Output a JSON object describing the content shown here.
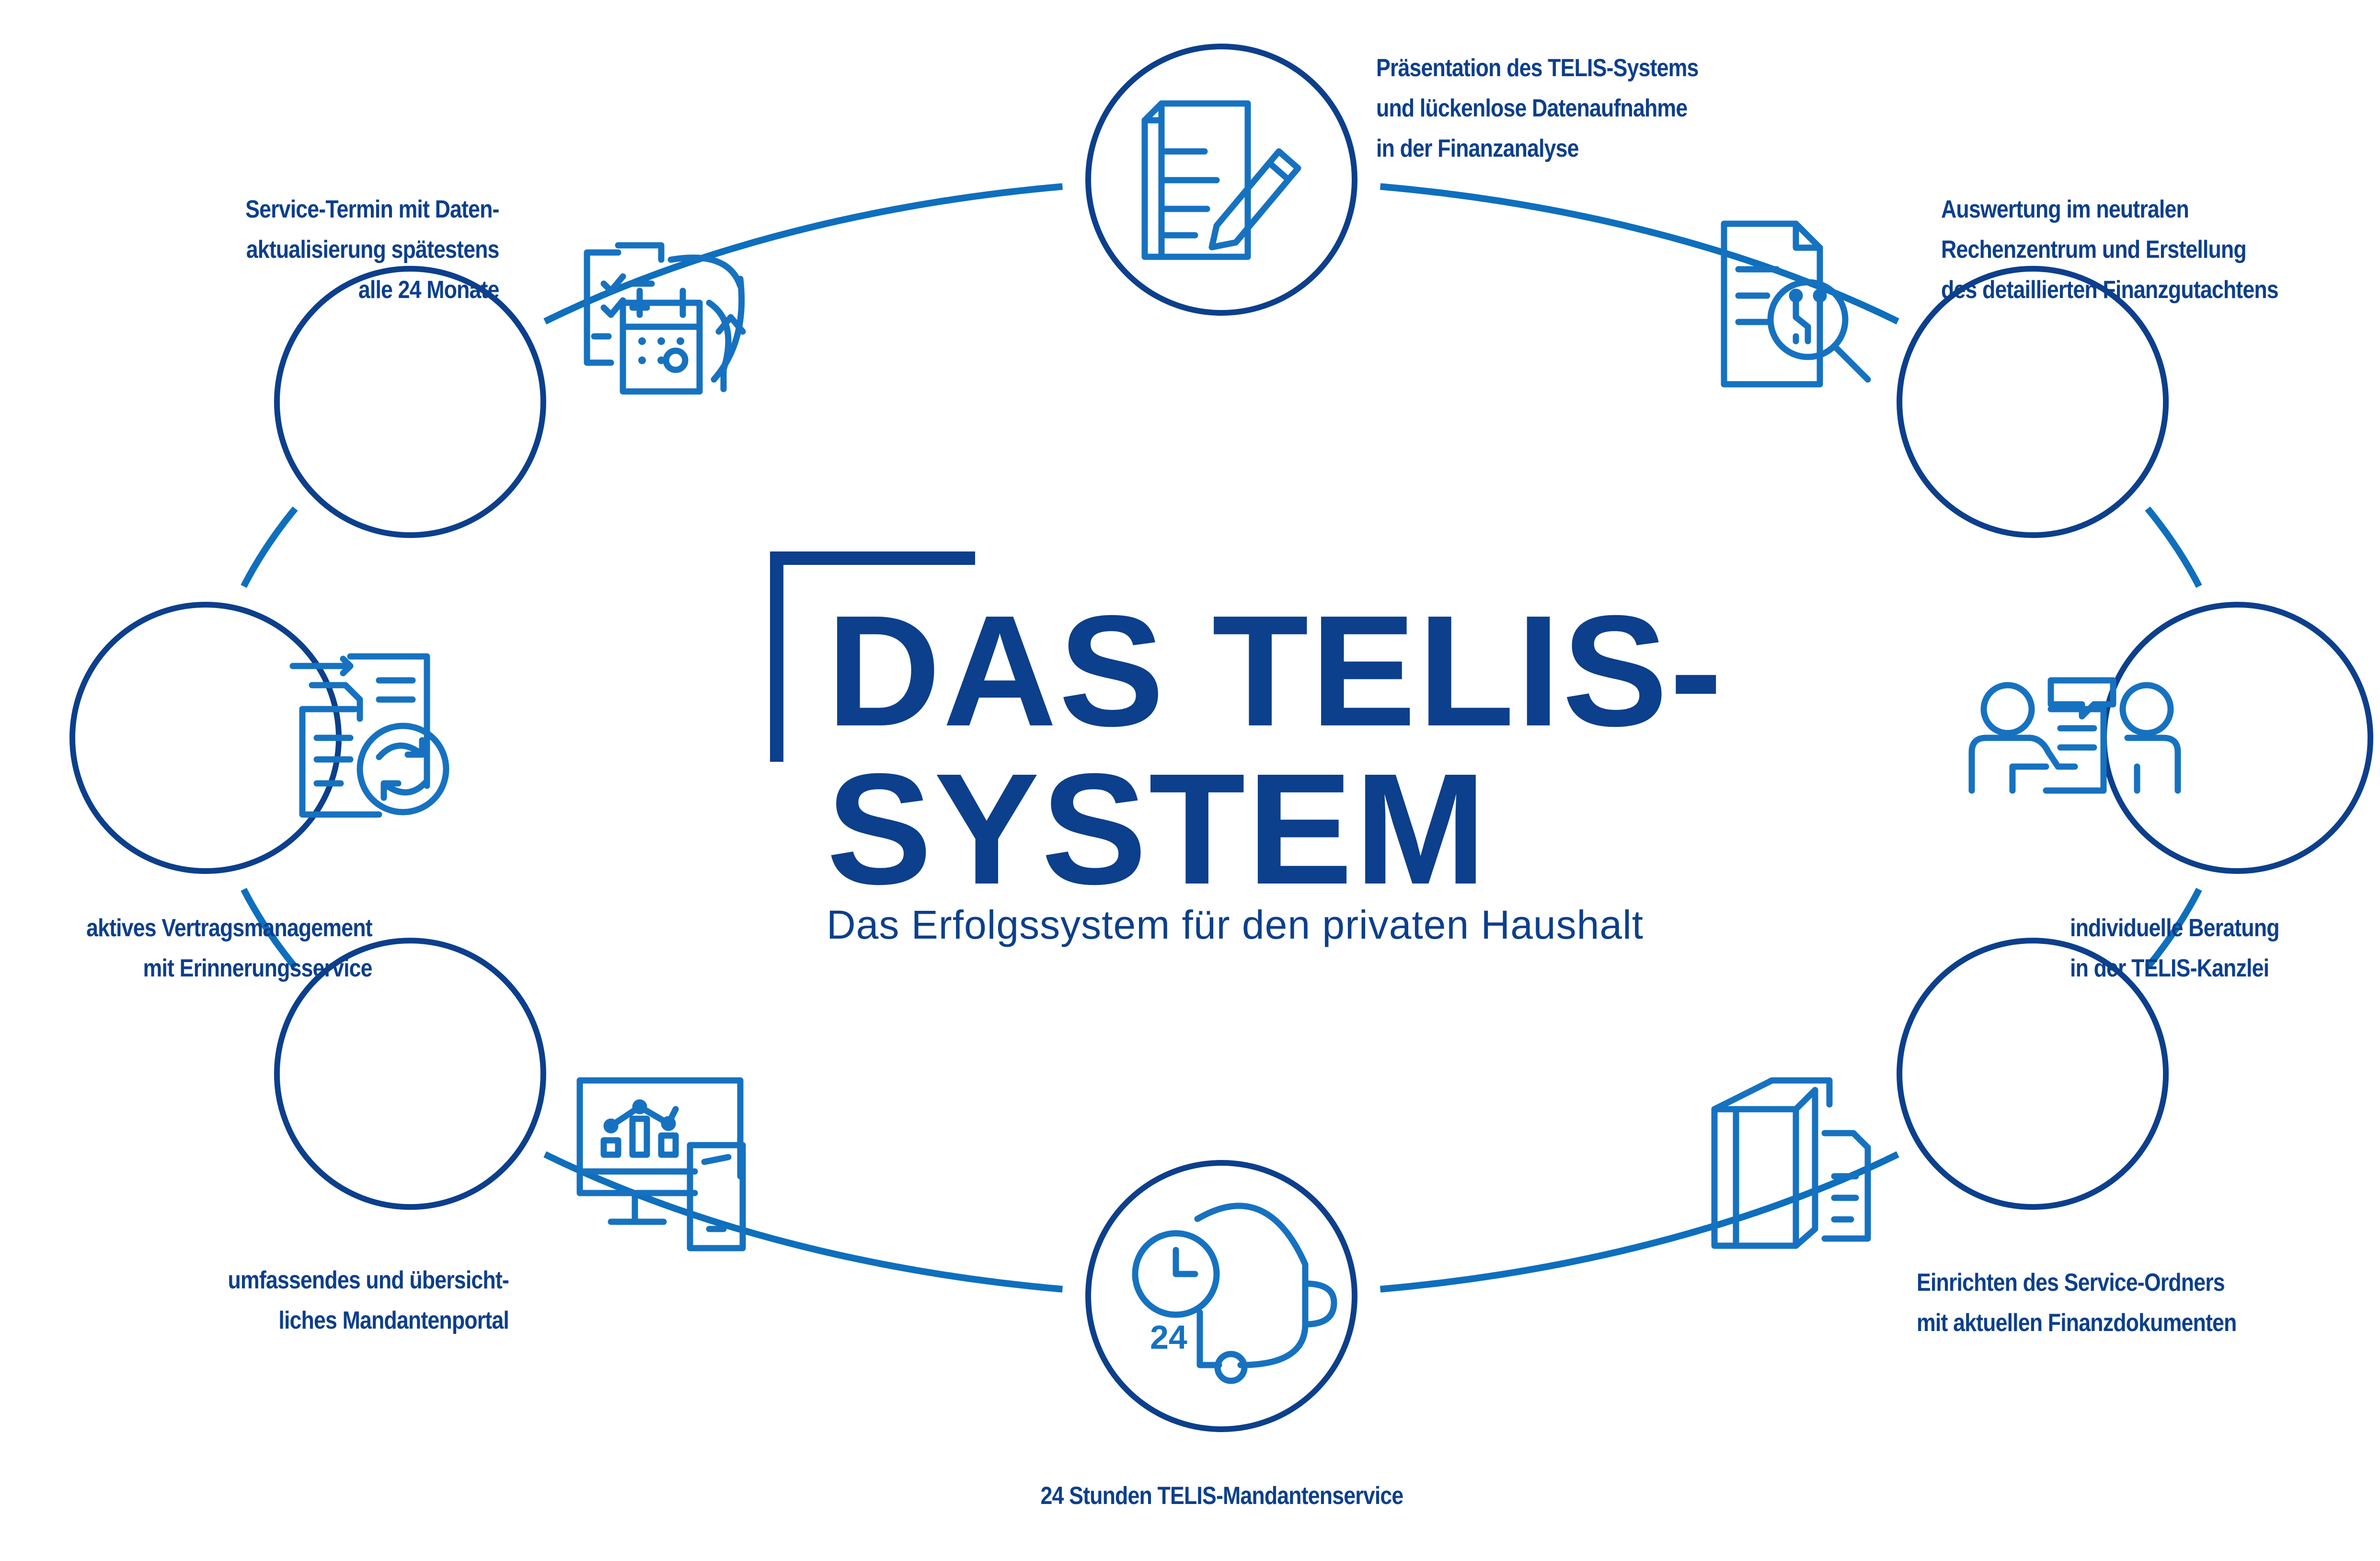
{
  "colors": {
    "navy": "#0c3f8c",
    "ring": "#0e6fbd",
    "icon": "#1672c0",
    "text": "#0c3f8c"
  },
  "title_lines": [
    "DAS TELIS-",
    "SYSTEM"
  ],
  "subtitle": "Das Erfolgssystem für den privaten Haushalt",
  "steps": [
    {
      "id": "praesentation",
      "icon": "document-pen-icon",
      "lines": [
        "Präsentation des TELIS-Systems",
        "und lückenlose Datenaufnahme",
        "in der Finanzanalyse"
      ]
    },
    {
      "id": "auswertung",
      "icon": "document-magnifier-circuit-icon",
      "lines": [
        "Auswertung im neutralen",
        "Rechenzentrum und Erstellung",
        "des detaillierten Finanzgutachtens"
      ]
    },
    {
      "id": "beratung",
      "icon": "consultation-people-icon",
      "lines": [
        "individuelle Beratung",
        "in der TELIS-Kanzlei"
      ]
    },
    {
      "id": "service-ordner",
      "icon": "binder-folder-icon",
      "lines": [
        "Einrichten des Service-Ordners",
        "mit aktuellen Finanzdokumenten"
      ]
    },
    {
      "id": "mandantenservice",
      "icon": "clock-headset-24-icon",
      "lines": [
        "24 Stunden TELIS-Mandantenservice"
      ]
    },
    {
      "id": "mandantenportal",
      "icon": "monitor-tablet-chart-icon",
      "lines": [
        "umfassendes und übersicht-",
        "liches Mandantenportal"
      ]
    },
    {
      "id": "vertragsmanagement",
      "icon": "documents-refresh-icon",
      "lines": [
        "aktives Vertragsmanagement",
        "mit Erinnerungsservice"
      ]
    },
    {
      "id": "service-termin",
      "icon": "calendar-checklist-cycle-icon",
      "lines": [
        "Service-Termin mit Daten-",
        "aktualisierung spätestens",
        "alle 24 Monate"
      ]
    }
  ],
  "icon_labels": {
    "hours": "24"
  }
}
